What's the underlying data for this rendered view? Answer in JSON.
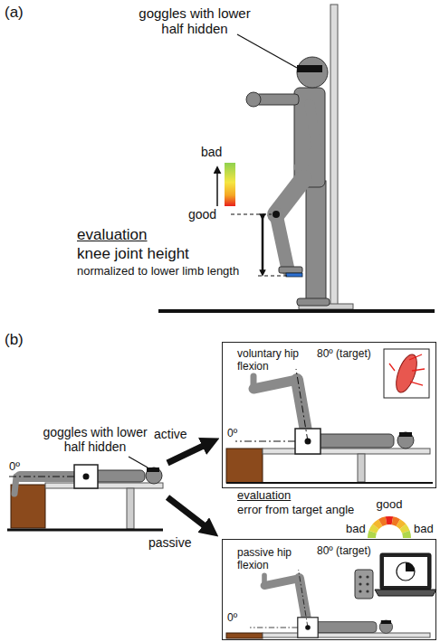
{
  "diagram": {
    "nodes": [
      {
        "text": [
          "voluntary hip flexion",
          "80º (target)",
          "0º"
        ]
      },
      {
        "text": [
          "passive hip flexion",
          "80º (target)",
          "0º"
        ]
      }
    ],
    "labels": [
      "(a)",
      "goggles with lower half hidden",
      "bad",
      "good",
      "evaluation",
      "knee joint height",
      "normalized to lower limb length",
      "(b)",
      "goggles with lower half hidden",
      "0º",
      "active",
      "passive",
      "evaluation",
      "error from target angle",
      "good",
      "bad",
      "bad"
    ]
  }
}
